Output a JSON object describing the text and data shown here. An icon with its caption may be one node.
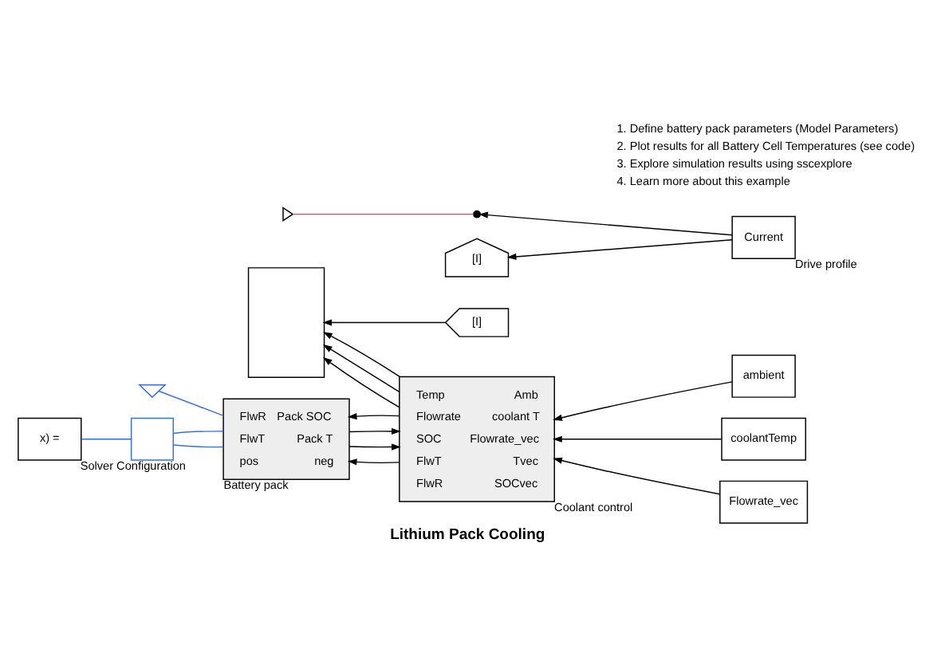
{
  "diagram": {
    "title": "Lithium Pack Cooling",
    "nodes": [
      {
        "text": [],
        "shape": "box"
      },
      {
        "text": [
          "[I]"
        ]
      },
      {
        "text": [
          "Temp",
          "Flowrate",
          "SOC",
          "FlwT",
          "FlwR",
          "Amb",
          "coolant T",
          "Flowrate_vec",
          "Tvec",
          "SOCvec"
        ],
        "beside": [
          "Coolant control"
        ]
      },
      {
        "text": [
          "ambient"
        ]
      },
      {
        "text": [
          "coolantTemp"
        ]
      },
      {
        "text": [
          "Flowrate_vec"
        ]
      },
      {
        "text": [
          "FlwR",
          "FlwT",
          "pos",
          "Pack SOC",
          "Pack T",
          "neg"
        ],
        "beside": [
          "Battery pack"
        ]
      },
      {
        "text": [],
        "shape": "ground"
      },
      {
        "text": [],
        "shape": "box"
      },
      {
        "text": [
          "x) ="
        ],
        "beside": [
          "Solver Configuration"
        ]
      },
      {
        "text": [],
        "shape": "triangle"
      },
      {
        "text": [],
        "shape": "switch"
      },
      {
        "text": [
          "Current"
        ],
        "beside": [
          "Drive profile"
        ]
      },
      {
        "text": [
          "[I]"
        ]
      }
    ],
    "edges": [
      {
        "from": 2,
        "to": 0,
        "arrow": "to"
      },
      {
        "from": 2,
        "to": 0,
        "arrow": "to"
      },
      {
        "from": 2,
        "to": 0,
        "arrow": "to"
      },
      {
        "from": 1,
        "to": 0,
        "arrow": "to"
      },
      {
        "from": 3,
        "to": 2,
        "arrow": "to"
      },
      {
        "from": 4,
        "to": 2,
        "arrow": "to"
      },
      {
        "from": 5,
        "to": 2,
        "arrow": "to"
      },
      {
        "from": 6,
        "to": 2,
        "arrow": "to"
      },
      {
        "from": 6,
        "to": 2,
        "arrow": "to"
      },
      {
        "from": 2,
        "to": 6,
        "arrow": "to"
      },
      {
        "from": 2,
        "to": 6,
        "arrow": "to"
      },
      {
        "from": 6,
        "to": 7,
        "arrow": "none",
        "color": "#3a6fd8"
      },
      {
        "from": 6,
        "to": 8,
        "arrow": "none",
        "color": "#3a6fd8"
      },
      {
        "from": 8,
        "to": 6,
        "arrow": "none",
        "color": "#3a6fd8"
      },
      {
        "from": 8,
        "to": 9,
        "arrow": "none",
        "color": "#3a6fd8"
      },
      {
        "from": 11,
        "to": 10,
        "arrow": "none",
        "color": "#b06060"
      },
      {
        "from": 12,
        "to": 11,
        "arrow": "to"
      },
      {
        "from": 12,
        "to": 13,
        "arrow": "to"
      }
    ],
    "labels": [
      "1. Define battery pack parameters (Model Parameters)",
      "2. Plot results for all Battery Cell Temperatures (see code)",
      "3. Explore simulation results using sscexplore",
      "4. Learn more about this example"
    ]
  }
}
